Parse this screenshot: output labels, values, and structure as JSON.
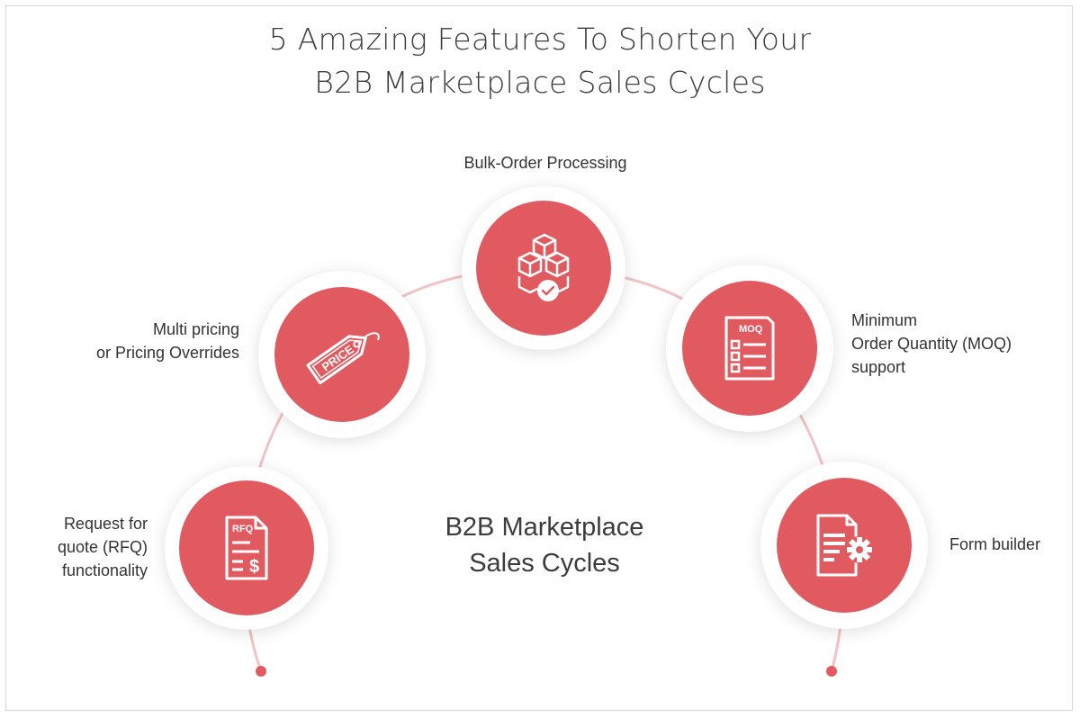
{
  "title": {
    "line1": "5 Amazing Features To Shorten Your",
    "line2": "B2B Marketplace Sales Cycles"
  },
  "center_label": {
    "line1": "B2B Marketplace",
    "line2": "Sales Cycles"
  },
  "colors": {
    "accent": "#e05a60",
    "arc": "#f2c3c5",
    "text": "#333333"
  },
  "features": [
    {
      "id": "rfq",
      "icon": "rfq-document-icon",
      "icon_text": "RFQ",
      "icon_symbol": "$",
      "label_lines": [
        "Request for",
        "quote (RFQ)",
        "functionality"
      ]
    },
    {
      "id": "pricing",
      "icon": "price-tag-icon",
      "icon_text": "PRICE",
      "label_lines": [
        "Multi pricing",
        "or Pricing Overrides"
      ]
    },
    {
      "id": "bulk",
      "icon": "boxes-check-icon",
      "label_lines": [
        "Bulk-Order Processing"
      ]
    },
    {
      "id": "moq",
      "icon": "moq-checklist-icon",
      "icon_text": "MOQ",
      "label_lines": [
        "Minimum",
        "Order Quantity (MOQ)",
        "support"
      ]
    },
    {
      "id": "form",
      "icon": "form-gear-icon",
      "label_lines": [
        "Form builder"
      ]
    }
  ]
}
